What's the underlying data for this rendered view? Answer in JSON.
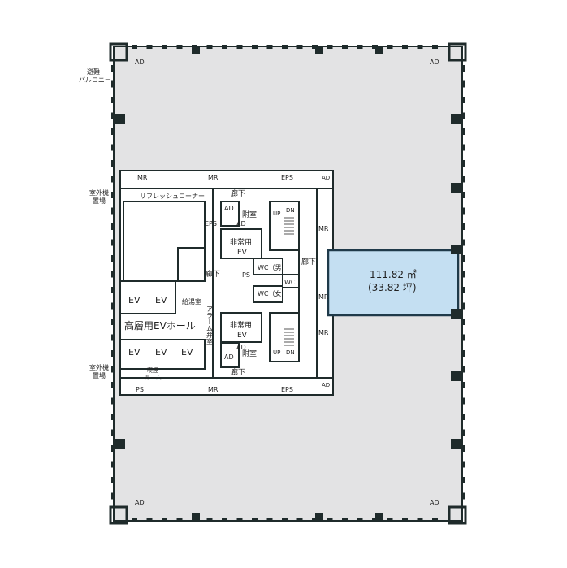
{
  "plan": {
    "corner_label": "AD",
    "evac_balcony": [
      "避難",
      "バルコニー"
    ],
    "outdoor_unit_top": [
      "室外機",
      "置場"
    ],
    "outdoor_unit_bottom": [
      "室外機",
      "置場"
    ],
    "refresh_corner": "リフレッシュコーナー",
    "mr": "MR",
    "eps": "EPS",
    "ps": "PS",
    "ad": "AD",
    "corridor": "廊下",
    "annex": "附室",
    "emergency": [
      "非常用",
      "EV"
    ],
    "up": "UP",
    "dn": "DN",
    "wc_m": "WC（男）",
    "wc_f": "WC（女）",
    "wc": "WC",
    "ev": "EV",
    "kitchen": "給湯室",
    "hall": "高層用EVホール",
    "alarm_valve": "アラーム弁室",
    "smoking": [
      "喫煙",
      "ルーム"
    ],
    "area_m2": "111.82 ㎡",
    "area_tsubo": "(33.82 坪)"
  },
  "colors": {
    "floor": "#e3e3e4",
    "wall": "#1f2b2b",
    "highlight": "#c4dff2",
    "highlight_border": "#1f3a4a"
  }
}
